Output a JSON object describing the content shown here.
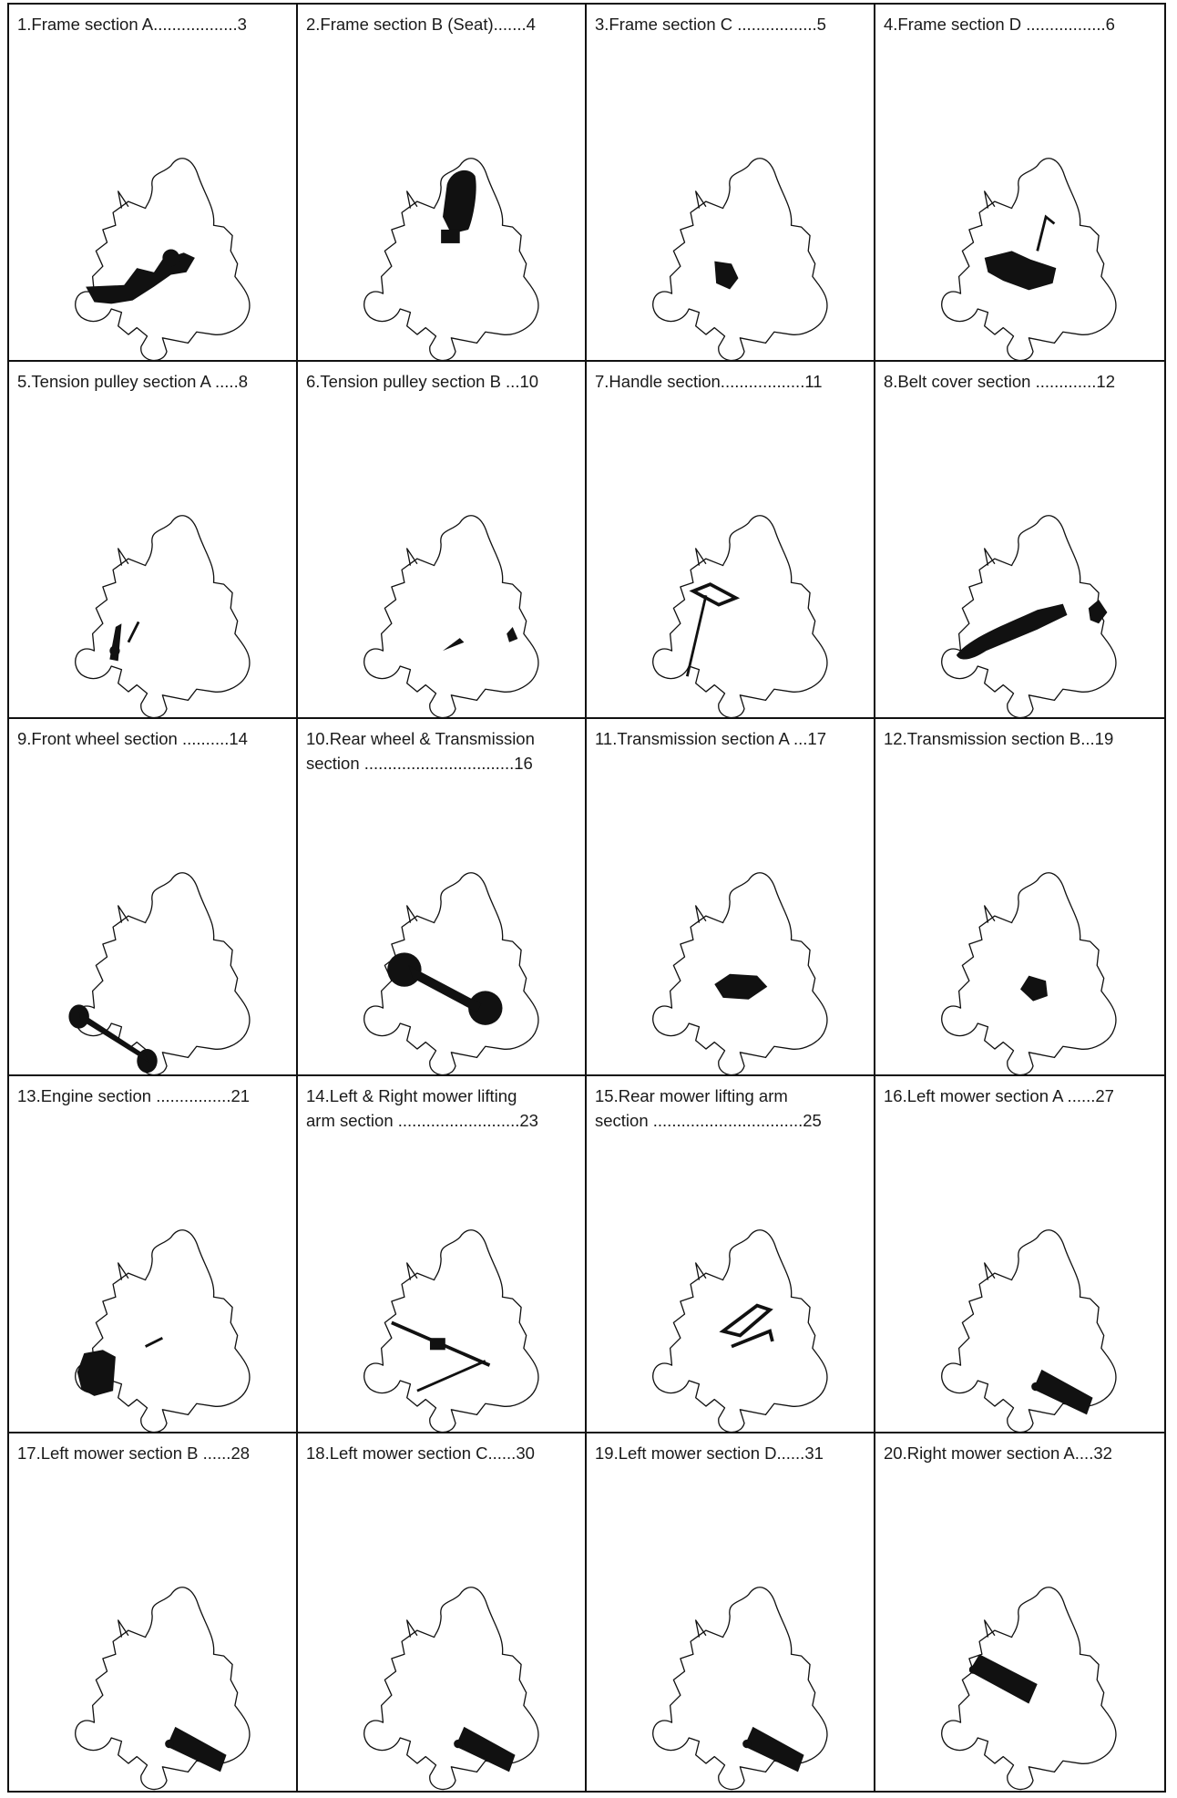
{
  "sections": [
    {
      "label": "1.Frame section A..................3",
      "icon": "frame-section-a-diagram",
      "highlight": "frame-a"
    },
    {
      "label": "2.Frame section B (Seat).......4",
      "icon": "seat-diagram",
      "highlight": "seat"
    },
    {
      "label": "3.Frame section C .................5",
      "icon": "frame-section-c-diagram",
      "highlight": "frame-c"
    },
    {
      "label": "4.Frame section D .................6",
      "icon": "frame-section-d-diagram",
      "highlight": "frame-d"
    },
    {
      "label": "5.Tension pulley section A .....8",
      "icon": "tension-pulley-a-diagram",
      "highlight": "pulley-a"
    },
    {
      "label": "6.Tension pulley section B ...10",
      "icon": "tension-pulley-b-diagram",
      "highlight": "pulley-b"
    },
    {
      "label": "7.Handle section..................11",
      "icon": "handle-diagram",
      "highlight": "handle"
    },
    {
      "label": "8.Belt cover section .............12",
      "icon": "belt-cover-diagram",
      "highlight": "belt"
    },
    {
      "label": "9.Front wheel section ..........14",
      "icon": "front-wheel-diagram",
      "highlight": "front-wheel"
    },
    {
      "label": "10.Rear wheel & Transmission\nsection ................................16",
      "icon": "rear-wheel-diagram",
      "highlight": "rear-wheel"
    },
    {
      "label": "11.Transmission section A ...17",
      "icon": "transmission-a-diagram",
      "highlight": "trans-a"
    },
    {
      "label": "12.Transmission section B...19",
      "icon": "transmission-b-diagram",
      "highlight": "trans-b"
    },
    {
      "label": "13.Engine section ................21",
      "icon": "engine-diagram",
      "highlight": "engine"
    },
    {
      "label": "14.Left & Right mower lifting\narm section ..........................23",
      "icon": "lifting-arm-diagram",
      "highlight": "lift-lr"
    },
    {
      "label": "15.Rear mower lifting arm\nsection ................................25",
      "icon": "rear-lifting-arm-diagram",
      "highlight": "lift-rear"
    },
    {
      "label": "16.Left mower section A ......27",
      "icon": "left-mower-a-diagram",
      "highlight": "mower-left"
    },
    {
      "label": "17.Left mower section B ......28",
      "icon": "left-mower-b-diagram",
      "highlight": "mower-left"
    },
    {
      "label": "18.Left mower section C......30",
      "icon": "left-mower-c-diagram",
      "highlight": "mower-left"
    },
    {
      "label": "19.Left mower section D......31",
      "icon": "left-mower-d-diagram",
      "highlight": "mower-left"
    },
    {
      "label": "20.Right mower section A....32",
      "icon": "right-mower-a-diagram",
      "highlight": "mower-right"
    }
  ],
  "colors": {
    "line": "#111111",
    "fill": "#111111",
    "background": "#ffffff"
  }
}
